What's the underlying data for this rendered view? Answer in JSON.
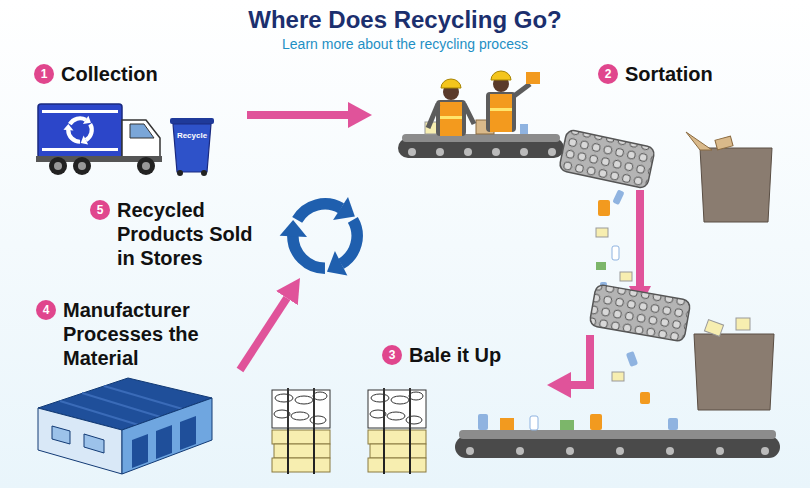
{
  "diagram": {
    "title": "Where Does Recycling Go?",
    "nodes": [
      {
        "text": [
          "1",
          "Collection"
        ]
      },
      {
        "text": [
          "2",
          "Sortation"
        ]
      },
      {
        "text": [
          "3",
          "Bale it Up"
        ]
      },
      {
        "text": [
          "4",
          "Manufacturer Processes the Material"
        ]
      },
      {
        "text": [
          "5",
          "Recycled Products Sold in Stores"
        ]
      }
    ],
    "edges": [
      {
        "from": 0,
        "to": 1,
        "arrow": "to"
      },
      {
        "from": 1,
        "to": 2,
        "arrow": "to"
      },
      {
        "from": 3,
        "to": 4,
        "arrow": "to"
      }
    ],
    "labels": [
      "Learn more about the recycling process",
      "Recycle"
    ]
  }
}
